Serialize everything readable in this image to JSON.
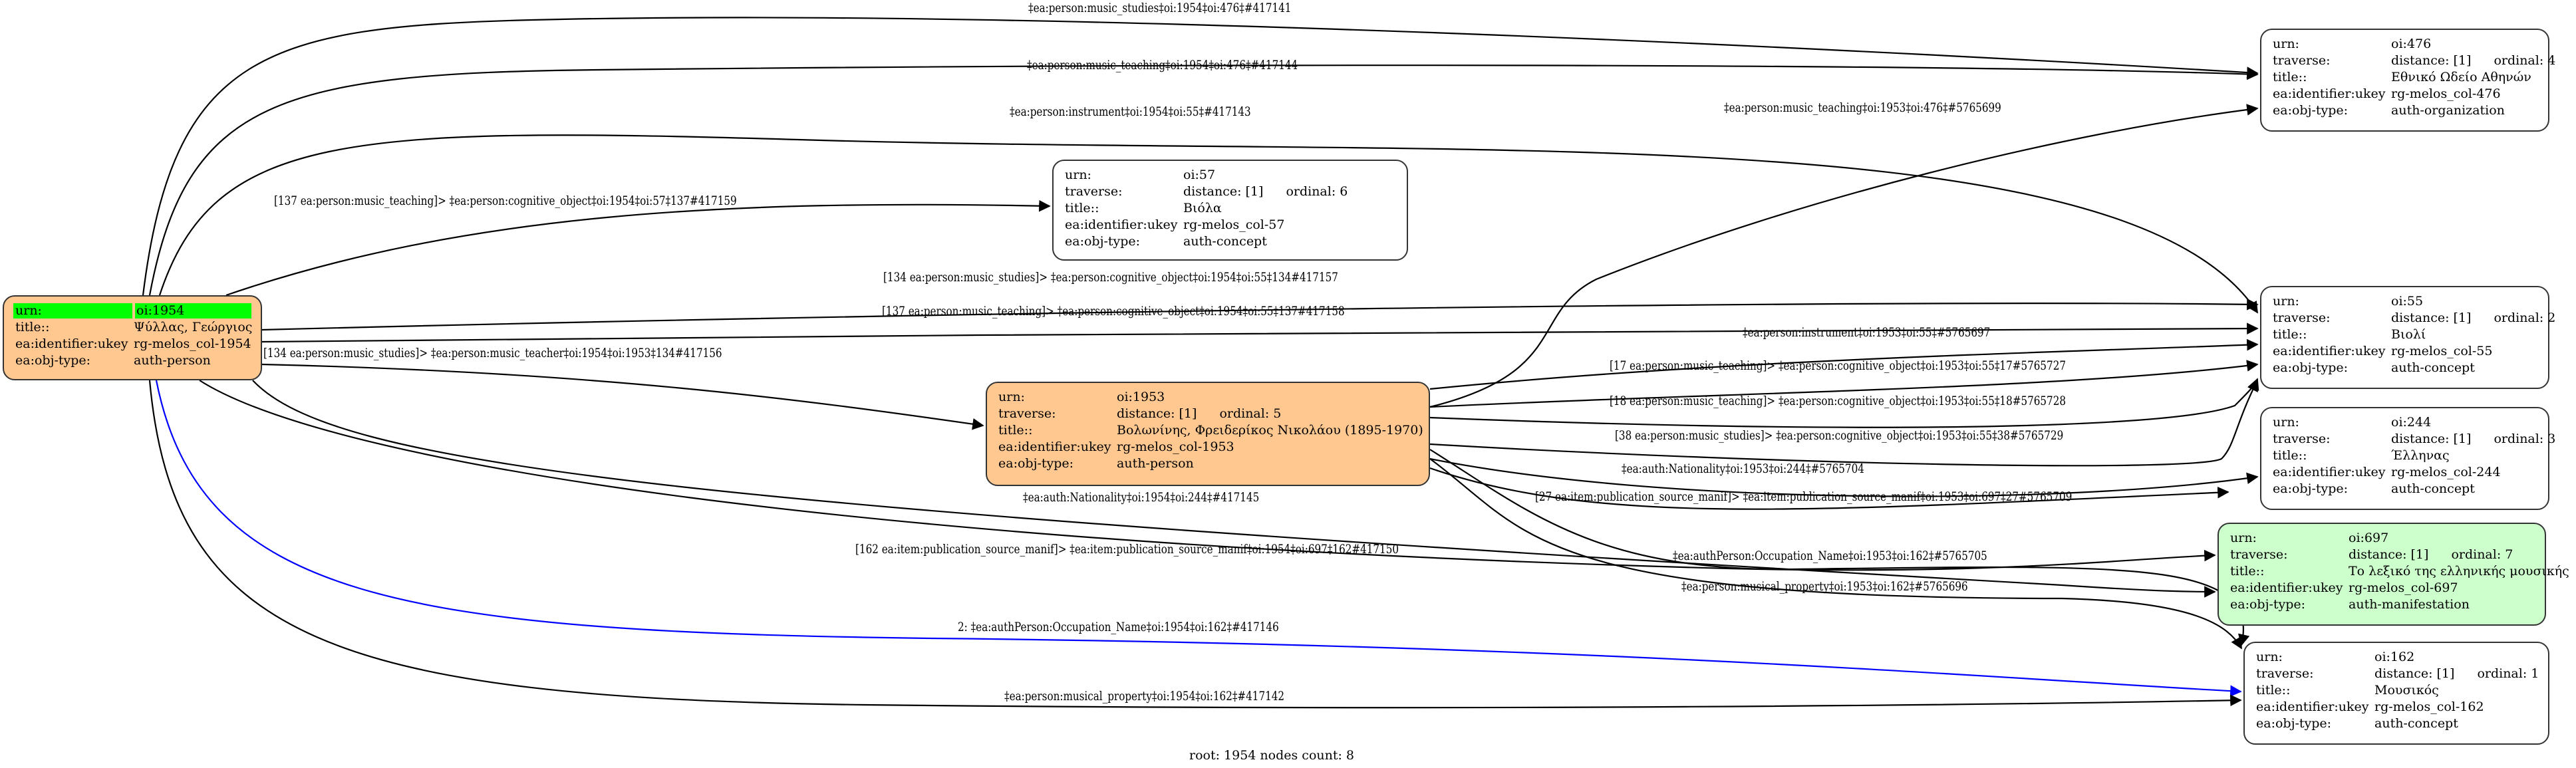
{
  "nodes": {
    "n1954": {
      "urn": "oi:1954",
      "title": "Ψύλλας, Γεώργιος",
      "ukey": "rg-melos_col-1954",
      "objtype": "auth-person"
    },
    "n57": {
      "urn": "oi:57",
      "distance": "distance: [1]",
      "ordinal": "ordinal: 6",
      "title": "Βιόλα",
      "ukey": "rg-melos_col-57",
      "objtype": "auth-concept"
    },
    "n1953": {
      "urn": "oi:1953",
      "distance": "distance: [1]",
      "ordinal": "ordinal: 5",
      "title": "Βολωνίνης, Φρειδερίκος Νικολάου (1895-1970)",
      "ukey": "rg-melos_col-1953",
      "objtype": "auth-person"
    },
    "n476": {
      "urn": "oi:476",
      "distance": "distance: [1]",
      "ordinal": "ordinal: 4",
      "title": "Εθνικό Ωδείο Αθηνών",
      "ukey": "rg-melos_col-476",
      "objtype": "auth-organization"
    },
    "n55": {
      "urn": "oi:55",
      "distance": "distance: [1]",
      "ordinal": "ordinal: 2",
      "title": "Βιολί",
      "ukey": "rg-melos_col-55",
      "objtype": "auth-concept"
    },
    "n244": {
      "urn": "oi:244",
      "distance": "distance: [1]",
      "ordinal": "ordinal: 3",
      "title": "Έλληνας",
      "ukey": "rg-melos_col-244",
      "objtype": "auth-concept"
    },
    "n697": {
      "urn": "oi:697",
      "distance": "distance: [1]",
      "ordinal": "ordinal: 7",
      "title": "Το λεξικό της ελληνικής μουσικής",
      "ukey": "rg-melos_col-697",
      "objtype": "auth-manifestation"
    },
    "n162": {
      "urn": "oi:162",
      "distance": "distance: [1]",
      "ordinal": "ordinal: 1",
      "title": "Μουσικός",
      "ukey": "rg-melos_col-162",
      "objtype": "auth-concept"
    }
  },
  "keys": {
    "urn": "urn:",
    "traverse": "traverse:",
    "title": "title::",
    "ukey": "ea:identifier:ukey",
    "objtype": "ea:obj-type:"
  },
  "edges": [
    {
      "from": "oi:1954",
      "to": "oi:476",
      "label": "‡ea:person:music_studies‡oi:1954‡oi:476‡#417141",
      "color": "#000000"
    },
    {
      "from": "oi:1954",
      "to": "oi:476",
      "label": "‡ea:person:music_teaching‡oi:1954‡oi:476‡#417144",
      "color": "#000000"
    },
    {
      "from": "oi:1954",
      "to": "oi:55",
      "label": "‡ea:person:instrument‡oi:1954‡oi:55‡#417143",
      "color": "#000000"
    },
    {
      "from": "oi:1953",
      "to": "oi:476",
      "label": "‡ea:person:music_teaching‡oi:1953‡oi:476‡#5765699",
      "color": "#000000"
    },
    {
      "from": "oi:1954",
      "to": "oi:57",
      "label": "[137 ea:person:music_teaching]> ‡ea:person:cognitive_object‡oi:1954‡oi:57‡137#417159",
      "color": "#000000"
    },
    {
      "from": "oi:1954",
      "to": "oi:55",
      "label": "[134 ea:person:music_studies]> ‡ea:person:cognitive_object‡oi:1954‡oi:55‡134#417157",
      "color": "#000000"
    },
    {
      "from": "oi:1954",
      "to": "oi:55",
      "label": "[137 ea:person:music_teaching]> ‡ea:person:cognitive_object‡oi:1954‡oi:55‡137#417158",
      "color": "#000000"
    },
    {
      "from": "oi:1953",
      "to": "oi:55",
      "label": "‡ea:person:instrument‡oi:1953‡oi:55‡#5765697",
      "color": "#000000"
    },
    {
      "from": "oi:1954",
      "to": "oi:1953",
      "label": "[134 ea:person:music_studies]> ‡ea:person:music_teacher‡oi:1954‡oi:1953‡134#417156",
      "color": "#000000"
    },
    {
      "from": "oi:1953",
      "to": "oi:55",
      "label": "[17 ea:person:music_teaching]> ‡ea:person:cognitive_object‡oi:1953‡oi:55‡17#5765727",
      "color": "#000000"
    },
    {
      "from": "oi:1953",
      "to": "oi:55",
      "label": "[18 ea:person:music_teaching]> ‡ea:person:cognitive_object‡oi:1953‡oi:55‡18#5765728",
      "color": "#000000"
    },
    {
      "from": "oi:1953",
      "to": "oi:55",
      "label": "[38 ea:person:music_studies]> ‡ea:person:cognitive_object‡oi:1953‡oi:55‡38#5765729",
      "color": "#000000"
    },
    {
      "from": "oi:1953",
      "to": "oi:244",
      "label": "‡ea:auth:Nationality‡oi:1953‡oi:244‡#5765704",
      "color": "#000000"
    },
    {
      "from": "oi:1954",
      "to": "oi:244",
      "label": "‡ea:auth:Nationality‡oi:1954‡oi:244‡#417145",
      "color": "#000000"
    },
    {
      "from": "oi:1953",
      "to": "oi:697",
      "label": "[27 ea:item:publication_source_manif]> ‡ea:item:publication_source_manif‡oi:1953‡oi:697‡27#5765709",
      "color": "#000000"
    },
    {
      "from": "oi:1954",
      "to": "oi:697",
      "label": "[162 ea:item:publication_source_manif]> ‡ea:item:publication_source_manif‡oi:1954‡oi:697‡162#417150",
      "color": "#000000"
    },
    {
      "from": "oi:1953",
      "to": "oi:162",
      "label": "‡ea:authPerson:Occupation_Name‡oi:1953‡oi:162‡#5765705",
      "color": "#000000"
    },
    {
      "from": "oi:1953",
      "to": "oi:162",
      "label": "‡ea:person:musical_property‡oi:1953‡oi:162‡#5765696",
      "color": "#000000"
    },
    {
      "from": "oi:1954",
      "to": "oi:162",
      "label": "2: ‡ea:authPerson:Occupation_Name‡oi:1954‡oi:162‡#417146",
      "color": "#0000ff"
    },
    {
      "from": "oi:1954",
      "to": "oi:162",
      "label": "‡ea:person:musical_property‡oi:1954‡oi:162‡#417142",
      "color": "#000000"
    }
  ],
  "colors": {
    "person_fill": "#ffc891",
    "manifestation_fill": "#ccffcc",
    "root_urn_highlight": "#00ff00",
    "highlight_edge": "#0000ff"
  },
  "footer": "root: 1954 nodes count: 8"
}
